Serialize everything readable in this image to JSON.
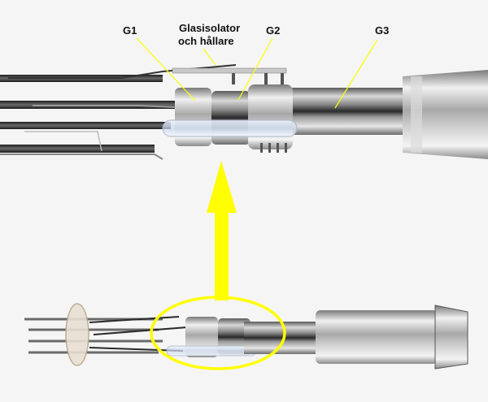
{
  "labels": {
    "g1": "G1",
    "glasisolator_line1": "Glasisolator",
    "glasisolator_line2": "och hållare",
    "g2": "G2",
    "g3": "G3"
  },
  "colors": {
    "background": "#f5f5f5",
    "pointer_lines": "#ffff00",
    "arrow": "#ffff00",
    "highlight_ellipse": "#ffff00"
  }
}
